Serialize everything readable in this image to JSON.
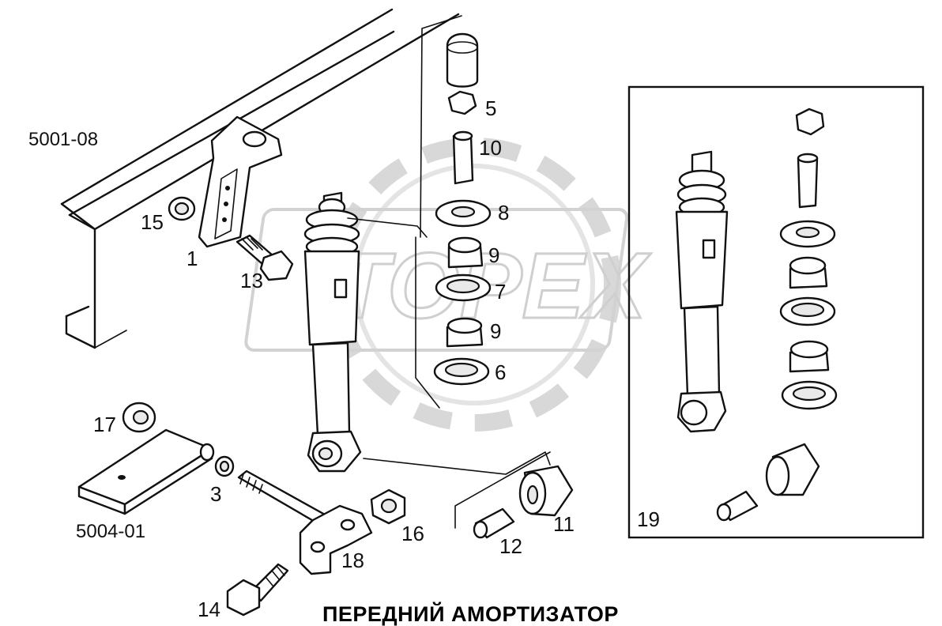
{
  "caption": "ПЕРЕДНИЙ АМОРТИЗАТОР",
  "watermark": "TOPEX",
  "references": {
    "frame": "5001-08",
    "spring": "5004-01"
  },
  "callouts": {
    "c1": "1",
    "c3": "3",
    "c5": "5",
    "c6": "6",
    "c7": "7",
    "c8": "8",
    "c9a": "9",
    "c9b": "9",
    "c10": "10",
    "c11": "11",
    "c12": "12",
    "c13": "13",
    "c14": "14",
    "c15": "15",
    "c16": "16",
    "c17": "17",
    "c18": "18",
    "c19": "19"
  },
  "colors": {
    "line": "#111111",
    "watermark": "#cfcfcf",
    "background": "#ffffff"
  }
}
